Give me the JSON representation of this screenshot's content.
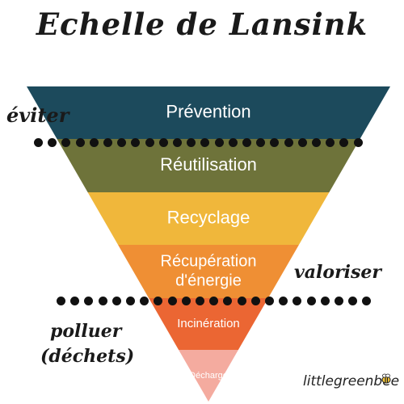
{
  "title": "Echelle de Lansink",
  "levels": [
    {
      "label": "Prévention",
      "color": "#1c4a5c"
    },
    {
      "label": "Réutilisation",
      "color": "#6e733a"
    },
    {
      "label": "Recyclage",
      "color": "#f0b73b"
    },
    {
      "label": "Récupération\nd'énergie",
      "color": "#ef8f34"
    },
    {
      "label": "Incinération",
      "color": "#eb6633"
    },
    {
      "label": "Décharge",
      "color": "#f4ab9f"
    }
  ],
  "side_labels": {
    "avoid": "éviter",
    "recover": "valoriser",
    "pollute_line1": "polluer",
    "pollute_line2": "(déchets)"
  },
  "brand": "littlegreenbee",
  "icons": {
    "brand_icon": "bee-icon",
    "separator": "dotted-line"
  }
}
